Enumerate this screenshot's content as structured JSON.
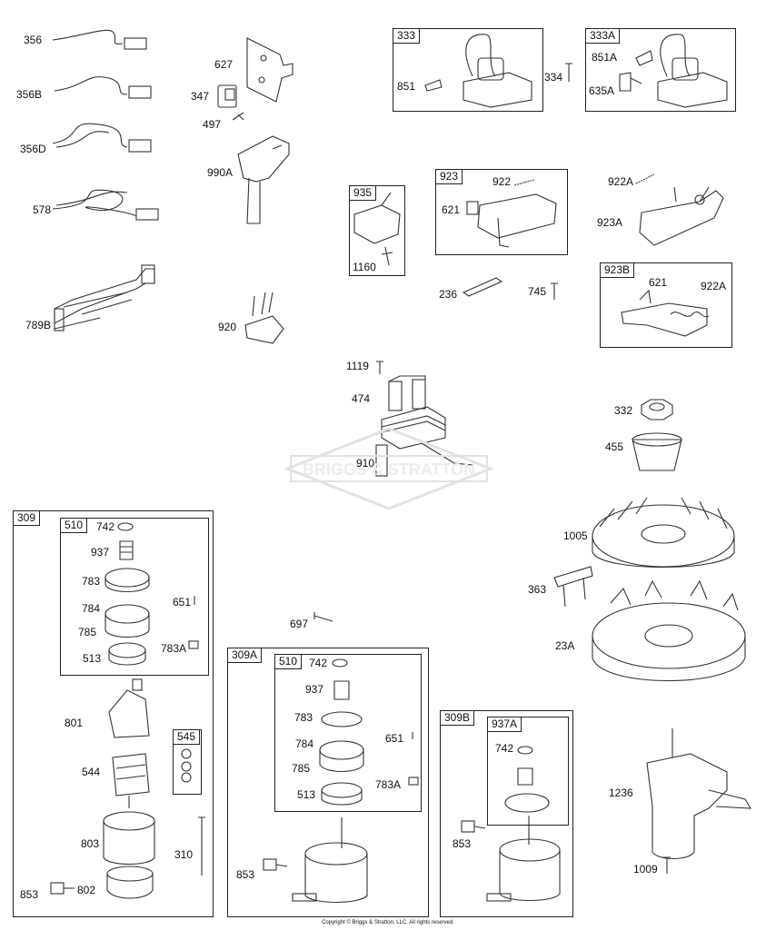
{
  "labels": {
    "p356": "356",
    "p356B": "356B",
    "p356D": "356D",
    "p578": "578",
    "p789B": "789B",
    "p627": "627",
    "p347": "347",
    "p497": "497",
    "p990A": "990A",
    "p920": "920",
    "p851": "851",
    "p334": "334",
    "p851A": "851A",
    "p635A": "635A",
    "p922": "922",
    "p621a": "621",
    "p1160": "1160",
    "p922A": "922A",
    "p923A": "923A",
    "p236": "236",
    "p745": "745",
    "p621b": "621",
    "p922Ab": "922A",
    "p1119": "1119",
    "p474": "474",
    "p910": "910",
    "p332": "332",
    "p455": "455",
    "p1005": "1005",
    "p363": "363",
    "p23A": "23A",
    "p697": "697",
    "a742": "742",
    "a937": "937",
    "a783": "783",
    "a784": "784",
    "a785": "785",
    "a513": "513",
    "a651": "651",
    "a783A": "783A",
    "p801": "801",
    "p544": "544",
    "p803": "803",
    "p310": "310",
    "p853a": "853",
    "p802": "802",
    "b742": "742",
    "b937": "937",
    "b783": "783",
    "b784": "784",
    "b785": "785",
    "b513": "513",
    "b651": "651",
    "b783A": "783A",
    "p853b": "853",
    "c742": "742",
    "p853c": "853",
    "p1236": "1236",
    "p1009": "1009"
  },
  "boxes": {
    "b333": "333",
    "b333A": "333A",
    "b935": "935",
    "b923": "923",
    "b923B": "923B",
    "b309": "309",
    "b510a": "510",
    "b545": "545",
    "b309A": "309A",
    "b510b": "510",
    "b309B": "309B",
    "b937A": "937A"
  },
  "copyright": "Copyright © Briggs & Stratton, LLC. All rights reserved."
}
